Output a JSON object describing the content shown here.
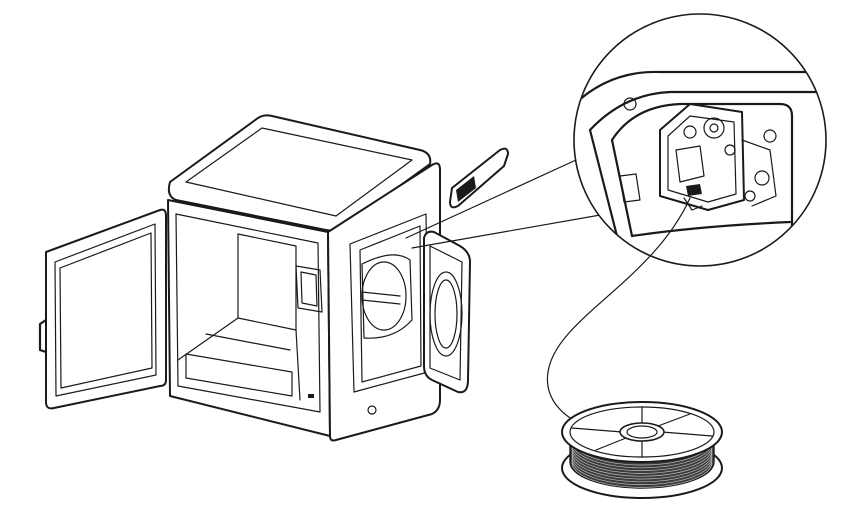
{
  "figure": {
    "description_icons": [
      "printer-body",
      "left-door",
      "right-door",
      "side-panel",
      "detail-callout",
      "extruder",
      "filament-line",
      "filament-spool"
    ],
    "colors": {
      "stroke": "#1a1a1a",
      "background": "#ffffff"
    }
  }
}
